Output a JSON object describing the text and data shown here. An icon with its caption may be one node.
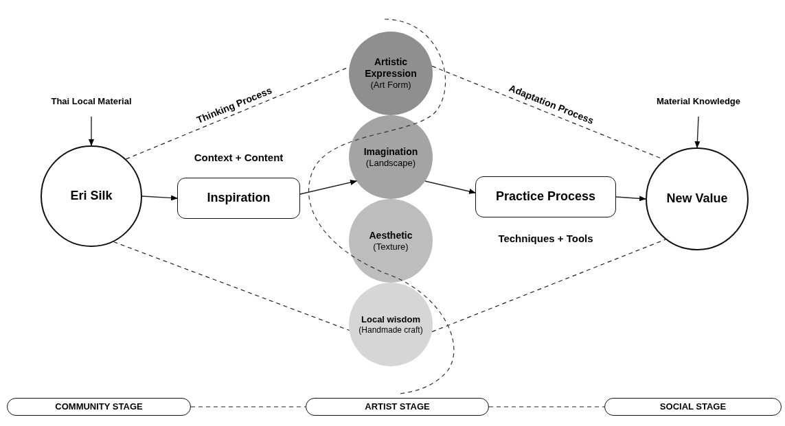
{
  "diagram": {
    "nodes": [
      {
        "text": [
          "Thai Local Material"
        ]
      },
      {
        "text": [
          "Eri Silk"
        ]
      },
      {
        "text": [
          "Inspiration"
        ],
        "beside": [
          "Context + Content"
        ]
      },
      {
        "text": [
          "Artistic Expression",
          "(Art Form)"
        ]
      },
      {
        "text": [
          "Imagination",
          "(Landscape)"
        ]
      },
      {
        "text": [
          "Aesthetic",
          "(Texture)"
        ]
      },
      {
        "text": [
          "Local wisdom",
          "(Handmade craft)"
        ]
      },
      {
        "text": [
          "Practice Process"
        ],
        "beside": [
          "Techniques + Tools"
        ]
      },
      {
        "text": [
          "Material Knowledge"
        ]
      },
      {
        "text": [
          "New Value"
        ]
      },
      {
        "text": [
          "COMMUNITY STAGE"
        ]
      },
      {
        "text": [
          "ARTIST STAGE"
        ]
      },
      {
        "text": [
          "SOCIAL STAGE"
        ]
      }
    ],
    "edges": [
      {
        "from": 0,
        "to": 1,
        "arrow": "to"
      },
      {
        "from": 1,
        "to": 2,
        "arrow": "to"
      },
      {
        "from": 2,
        "to": 4,
        "arrow": "to"
      },
      {
        "from": 4,
        "to": 7,
        "arrow": "to"
      },
      {
        "from": 7,
        "to": 9,
        "arrow": "to"
      },
      {
        "from": 8,
        "to": 9,
        "arrow": "to"
      },
      {
        "from": 1,
        "to": 3,
        "arrow": "none",
        "style": "dashed",
        "label": "Thinking Process"
      },
      {
        "from": 3,
        "to": 9,
        "arrow": "none",
        "style": "dashed",
        "label": "Adaptation Process"
      },
      {
        "from": 1,
        "to": 6,
        "arrow": "none",
        "style": "dashed"
      },
      {
        "from": 6,
        "to": 9,
        "arrow": "none",
        "style": "dashed"
      },
      {
        "from": 10,
        "to": 11,
        "arrow": "none",
        "style": "dashed"
      },
      {
        "from": 11,
        "to": 12,
        "arrow": "none",
        "style": "dashed"
      }
    ]
  }
}
